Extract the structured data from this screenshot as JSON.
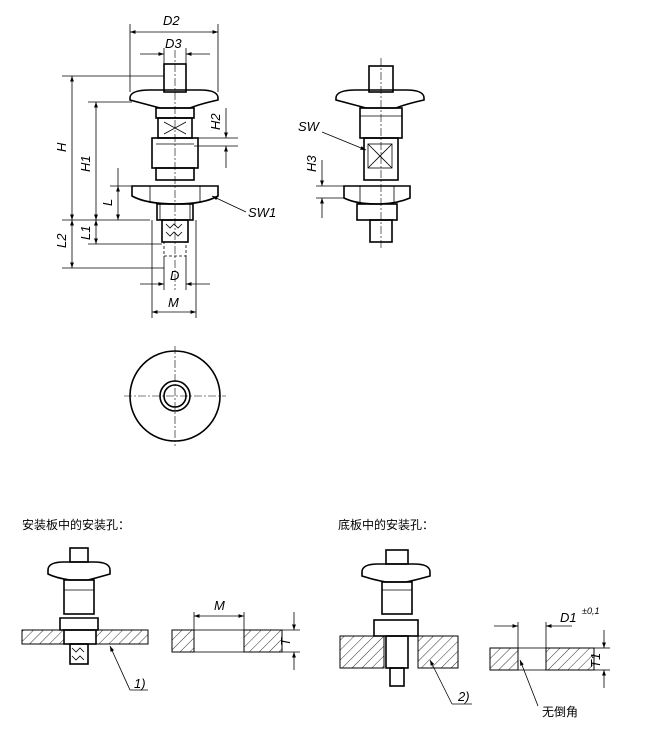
{
  "dimensions": {
    "D2": "D2",
    "D3": "D3",
    "H": "H",
    "H1": "H1",
    "H2": "H2",
    "H3": "H3",
    "L": "L",
    "L1": "L1",
    "L2": "L2",
    "D": "D",
    "M": "M",
    "SW": "SW",
    "SW1": "SW1",
    "M_hole": "M",
    "T": "T",
    "D1": "D1",
    "D1_tol": "±0,1",
    "T1": "T1"
  },
  "captions": {
    "mount_plate": "安装板中的安装孔：",
    "base_plate": "底板中的安装孔："
  },
  "notes": {
    "note1": "1)",
    "note2": "2)",
    "no_chamfer": "无倒角"
  }
}
